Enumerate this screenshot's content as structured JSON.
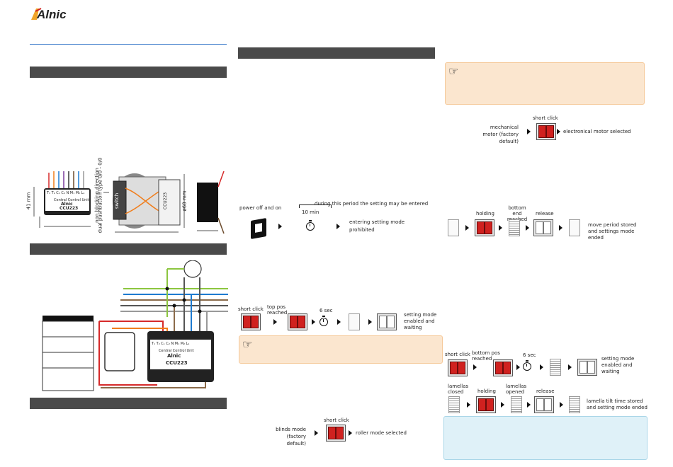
{
  "brand": {
    "logo_text": "Alnic"
  },
  "diagrams": {
    "dims": {
      "height": "41 mm",
      "diameter": "ø68 mm"
    },
    "device": {
      "terminals": "T₁ T₂ C₁ C₂  N M₁ M₂ L₁",
      "title": "Central Control Unit",
      "logo": "Alnic",
      "model": "CCU223",
      "switch": "switch",
      "side_label": "CCU223"
    },
    "pushbutton_label_1": "dual pushbutton type 0/0 - 0/0",
    "pushbutton_label_2": "non blocking direction",
    "wiring": {
      "terminals": "T₁ T₂ C₁ C₂  N M₁ M₂ L₁",
      "title": "Central Control Unit",
      "logo": "Alnic",
      "model": "CCU223",
      "marker": "L"
    }
  },
  "mid": {
    "power_label": "power off and on",
    "period_label": "during this period the setting may be entered",
    "period_value": "10 min",
    "entering_label": "entering setting mode prohibited",
    "seq1": {
      "short_click": "short click",
      "top_pos": "top pos reached",
      "six_sec": "6 sec",
      "result": "setting mode enabled and waiting"
    },
    "blinds": {
      "short_click": "short click",
      "left": "blinds mode (factory default)",
      "right": "roller mode selected"
    }
  },
  "right": {
    "motor": {
      "short_click": "short click",
      "left": "mechanical motor (factory default)",
      "right": "electronical motor selected"
    },
    "period": {
      "holding": "holding",
      "bottom_end": "bottom end reached",
      "release": "release",
      "result": "move period stored and settings mode ended"
    },
    "seq2": {
      "short_click": "short click",
      "bottom_pos": "bottom pos reached",
      "six_sec": "6 sec",
      "result": "setting mode enabled and waiting"
    },
    "tilt": {
      "closed": "lamellas closed",
      "holding": "holding",
      "opened": "lamellas opened",
      "release": "release",
      "result": "lamella tilt time stored and setting mode ended"
    }
  },
  "colors": {
    "header_bar": "#4a4a4a",
    "note_orange": "#fbe6cf",
    "note_blue": "#dff1f8",
    "accent_red": "#d0211f",
    "blue_rule": "#2e72c7"
  }
}
